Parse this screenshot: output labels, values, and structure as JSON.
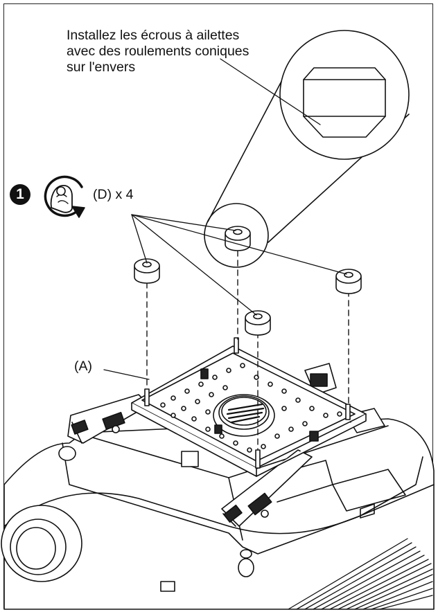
{
  "instruction": {
    "lines": [
      "Installez les écrous à ailettes",
      "avec des roulements coniques",
      "sur l'envers"
    ]
  },
  "step": {
    "number": "1",
    "icon": "hand-tighten-rotate-icon",
    "quantity_label": "(D) x 4"
  },
  "parts": {
    "plate_label": "(A)"
  },
  "colors": {
    "line": "#111111",
    "background": "#ffffff",
    "fill_light": "#f2f2f2"
  }
}
